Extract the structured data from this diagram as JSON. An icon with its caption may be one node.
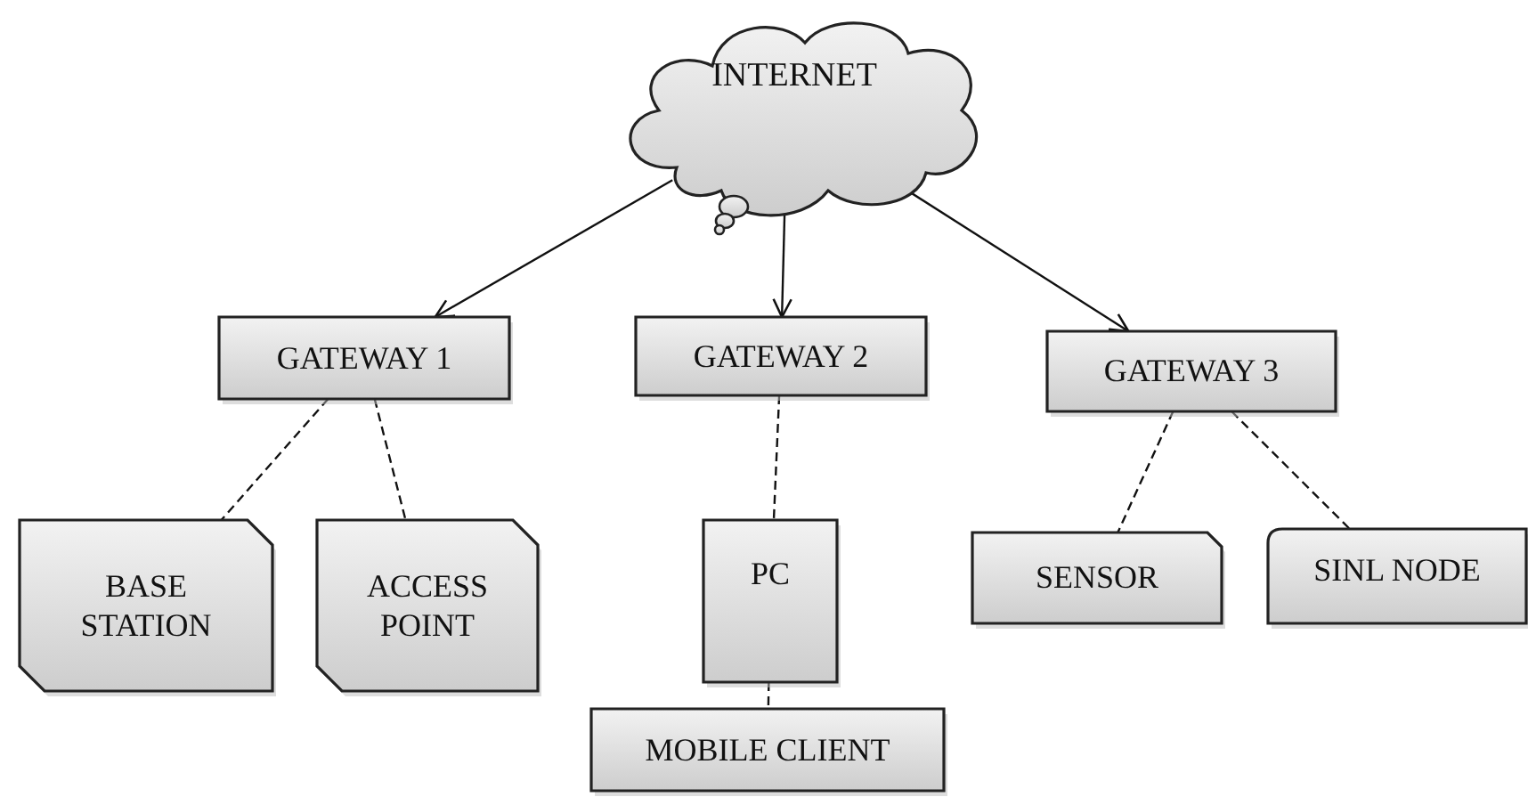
{
  "diagram": {
    "nodes": [
      {
        "text": [
          "INTERNET"
        ]
      },
      {
        "text": [
          "GATEWAY 1"
        ]
      },
      {
        "text": [
          "GATEWAY 2"
        ]
      },
      {
        "text": [
          "GATEWAY 3"
        ]
      },
      {
        "text": [
          "BASE STATION"
        ]
      },
      {
        "text": [
          "ACCESS POINT"
        ]
      },
      {
        "text": [
          "PC"
        ]
      },
      {
        "text": [
          "MOBILE CLIENT"
        ]
      },
      {
        "text": [
          "SENSOR"
        ]
      },
      {
        "text": [
          "SINL NODE"
        ]
      }
    ],
    "edges": [
      {
        "from": 0,
        "to": 1,
        "arrow": "to"
      },
      {
        "from": 0,
        "to": 2,
        "arrow": "to"
      },
      {
        "from": 0,
        "to": 3,
        "arrow": "to"
      },
      {
        "from": 1,
        "to": 4,
        "arrow": "none",
        "style": "dashed"
      },
      {
        "from": 1,
        "to": 5,
        "arrow": "none",
        "style": "dashed"
      },
      {
        "from": 2,
        "to": 6,
        "arrow": "none",
        "style": "dashed"
      },
      {
        "from": 6,
        "to": 7,
        "arrow": "none",
        "style": "dashed"
      },
      {
        "from": 3,
        "to": 8,
        "arrow": "none",
        "style": "dashed"
      },
      {
        "from": 3,
        "to": 9,
        "arrow": "none",
        "style": "dashed"
      }
    ]
  }
}
